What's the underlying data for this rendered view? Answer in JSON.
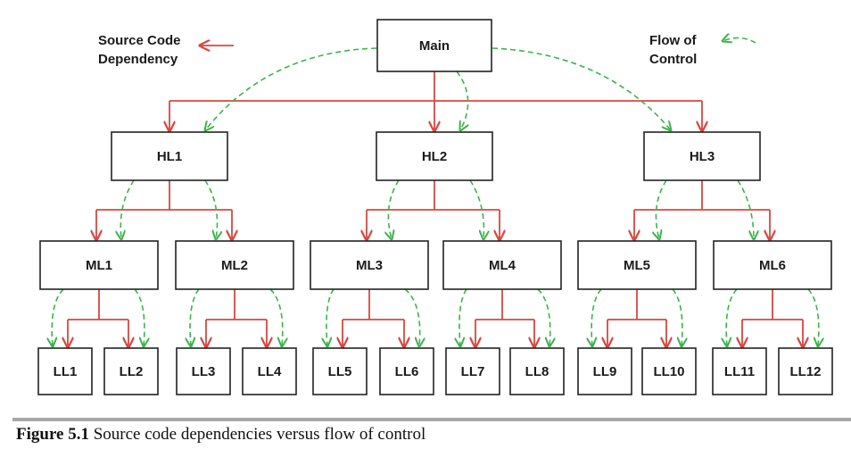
{
  "legend": {
    "dependency": [
      "Source Code",
      "Dependency"
    ],
    "flow": [
      "Flow of",
      "Control"
    ],
    "dependency_color": "#d9473f",
    "flow_color": "#3bb54a"
  },
  "nodes": {
    "main": "Main",
    "hl": [
      "HL1",
      "HL2",
      "HL3"
    ],
    "ml": [
      "ML1",
      "ML2",
      "ML3",
      "ML4",
      "ML5",
      "ML6"
    ],
    "ll": [
      "LL1",
      "LL2",
      "LL3",
      "LL4",
      "LL5",
      "LL6",
      "LL7",
      "LL8",
      "LL9",
      "LL10",
      "LL11",
      "LL12"
    ]
  },
  "caption": {
    "number": "Figure 5.1",
    "text": "Source code dependencies versus flow of control"
  }
}
